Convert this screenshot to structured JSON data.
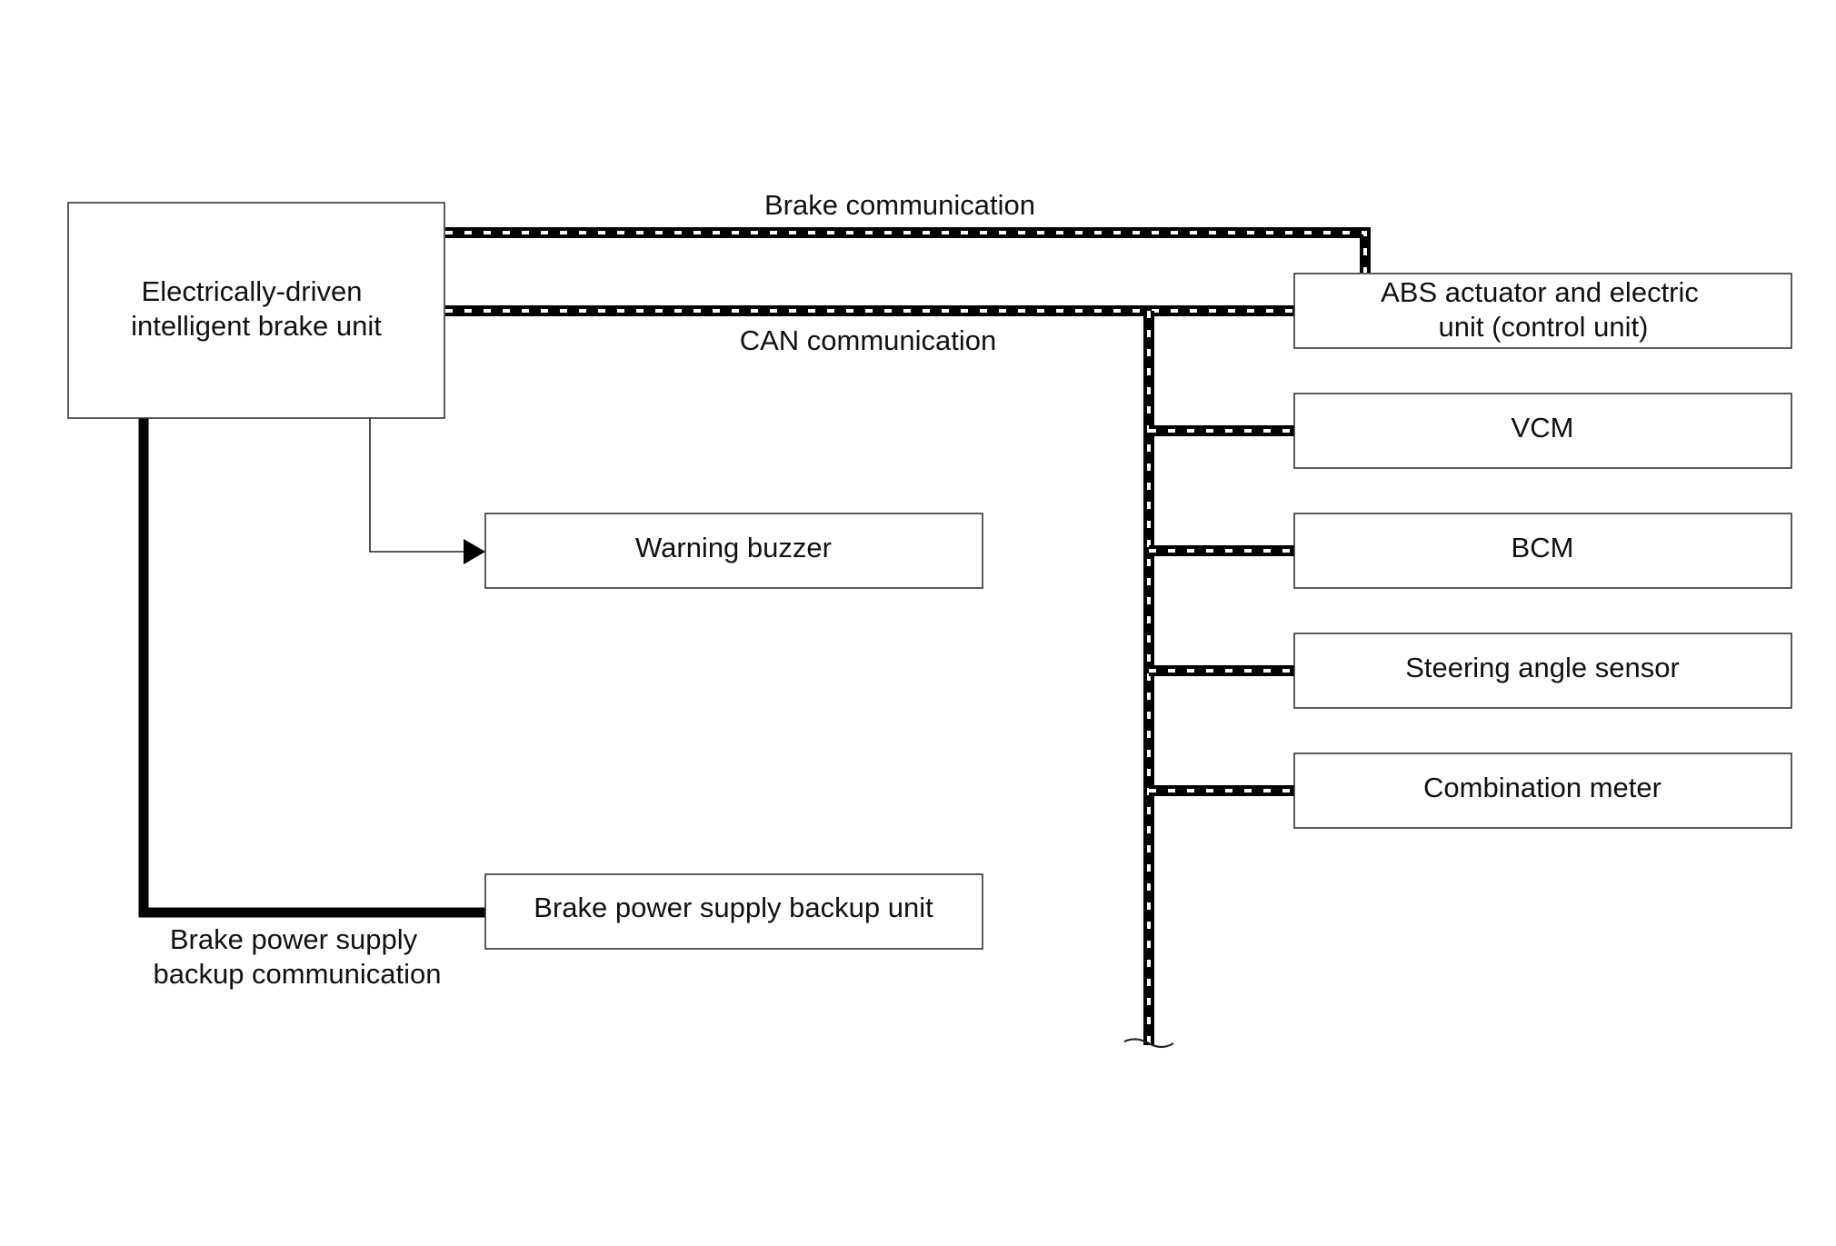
{
  "units": {
    "main": [
      "Electrically-driven",
      "intelligent brake unit"
    ],
    "abs": [
      "ABS actuator and electric",
      "unit (control unit)"
    ],
    "vcm": "VCM",
    "bcm": "BCM",
    "steering": "Steering angle sensor",
    "meter": "Combination meter",
    "buzzer": "Warning buzzer",
    "backup": "Brake power supply backup unit"
  },
  "links": {
    "brake_comm": "Brake communication",
    "can_comm": "CAN communication",
    "backup_comm": [
      "Brake power supply",
      "backup communication"
    ]
  },
  "line_styles": {
    "bus": "black-white dashed",
    "backup": "solid heavy",
    "signal": "thin arrow"
  },
  "colors": {
    "line": "#000000",
    "box_border": "#333333",
    "text": "#111111"
  }
}
